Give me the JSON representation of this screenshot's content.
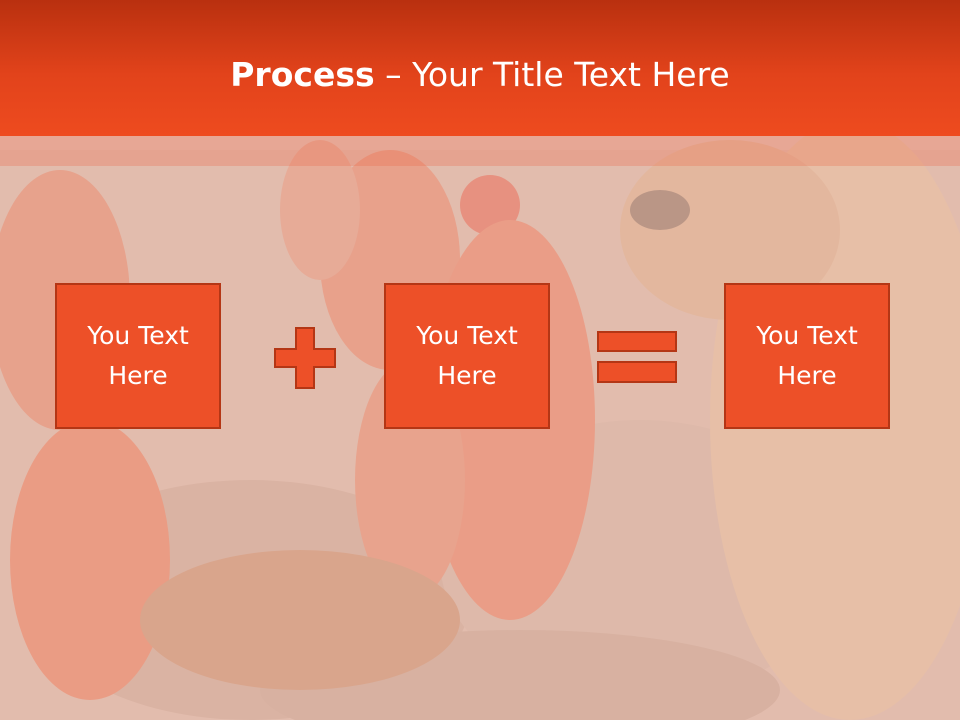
{
  "slide": {
    "title_bold": "Process",
    "title_rest": " – Your Title Text Here"
  },
  "boxes": [
    {
      "label": "You Text Here"
    },
    {
      "label": "You Text Here"
    },
    {
      "label": "You Text Here"
    }
  ],
  "operators": {
    "first": "plus-icon",
    "second": "equals-icon"
  },
  "colors": {
    "title_bar": "#e2431b",
    "box_fill": "#ed5028",
    "box_border": "#b43615",
    "text": "#ffffff"
  },
  "background": {
    "description_icon": "rescue-workers-and-dogs-photo"
  }
}
